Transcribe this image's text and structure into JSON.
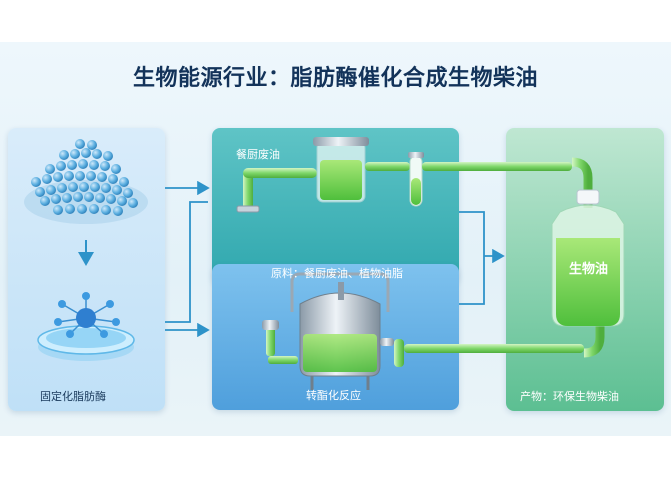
{
  "title": "生物能源行业：脂肪酶催化合成生物柴油",
  "panels": {
    "immobilized": {
      "label": "固定化脂肪酶"
    },
    "feedstock": {
      "top_label": "餐厨废油",
      "caption": "原料：餐厨废油、植物油脂"
    },
    "reaction": {
      "label": "转酯化反应"
    },
    "product": {
      "tank_label": "生物油",
      "caption": "产物：环保生物柴油"
    }
  },
  "colors": {
    "title": "#13335a",
    "arrow": "#2e93c9",
    "liquid_green": "#6fd05a",
    "pipe_green": "#8fe07a"
  }
}
